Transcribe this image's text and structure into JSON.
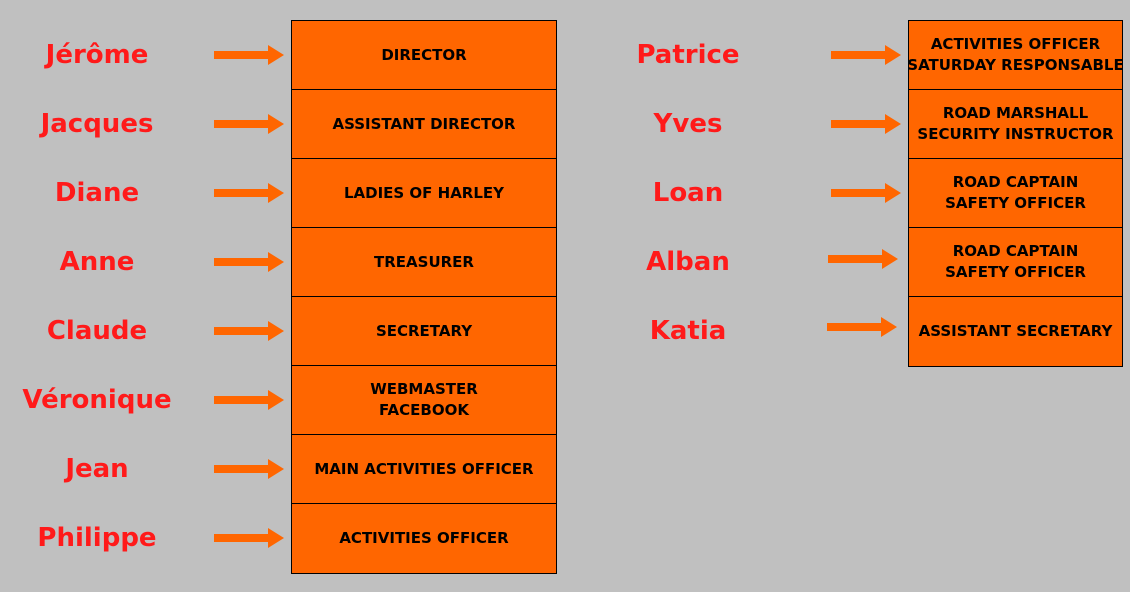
{
  "colors": {
    "background": "#c0c0c0",
    "box_fill": "#ff6600",
    "name_text": "#ff1a1a",
    "arrow": "#ff6600"
  },
  "left": {
    "names": [
      "Jérôme",
      "Jacques",
      "Diane",
      "Anne",
      "Claude",
      "Véronique",
      "Jean",
      "Philippe"
    ],
    "roles": [
      [
        "DIRECTOR"
      ],
      [
        "ASSISTANT DIRECTOR"
      ],
      [
        "LADIES OF HARLEY"
      ],
      [
        "TREASURER"
      ],
      [
        "SECRETARY"
      ],
      [
        "WEBMASTER",
        "FACEBOOK"
      ],
      [
        "MAIN ACTIVITIES OFFICER"
      ],
      [
        "ACTIVITIES OFFICER"
      ]
    ]
  },
  "right": {
    "names": [
      "Patrice",
      "Yves",
      "Loan",
      "Alban",
      "Katia"
    ],
    "roles": [
      [
        "ACTIVITIES OFFICER",
        "SATURDAY RESPONSABLE"
      ],
      [
        "ROAD MARSHALL",
        "SECURITY INSTRUCTOR"
      ],
      [
        "ROAD CAPTAIN",
        "SAFETY OFFICER"
      ],
      [
        "ROAD CAPTAIN",
        "SAFETY OFFICER"
      ],
      [
        "ASSISTANT SECRETARY"
      ]
    ]
  }
}
